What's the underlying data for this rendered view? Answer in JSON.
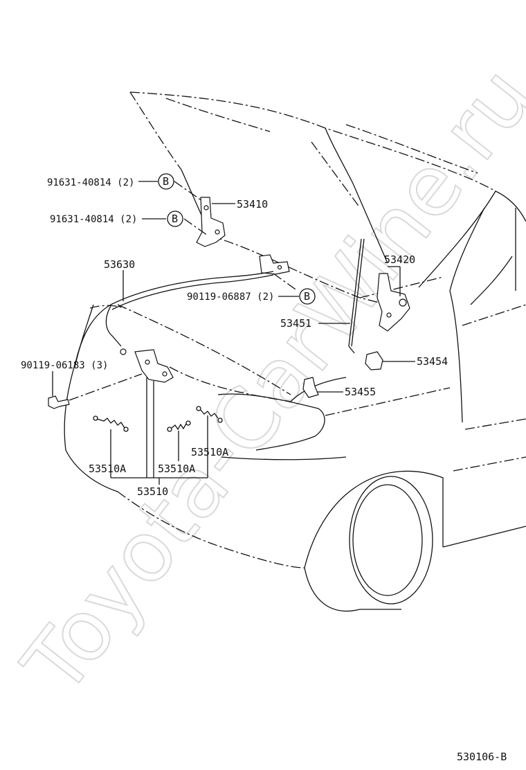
{
  "diagram": {
    "watermark": "Toyota-CarWine.ru",
    "figure_code": "530106-B",
    "callout_letter": "B",
    "labels": {
      "p53410": "53410",
      "p53420": "53420",
      "p53630": "53630",
      "p53451": "53451",
      "p53454": "53454",
      "p53455": "53455",
      "p53510": "53510",
      "p53510A_left": "53510A",
      "p53510A_mid": "53510A",
      "p53510A_right": "53510A",
      "bolt_upper": "91631-40814 (2)",
      "bolt_lower": "91631-40814 (2)",
      "bolt_hinge_right": "90119-06887 (2)",
      "bolt_lock": "90119-06183 (3)"
    }
  }
}
